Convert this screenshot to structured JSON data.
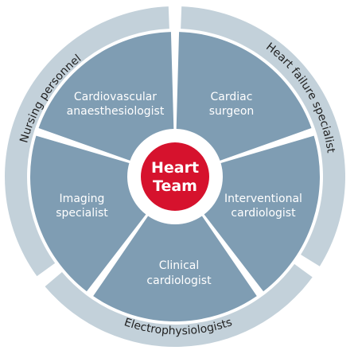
{
  "center": {
    "line1": "Heart",
    "line2": "Team"
  },
  "segments": [
    {
      "line1": "Cardiovascular",
      "line2": "anaesthesiologist"
    },
    {
      "line1": "Cardiac",
      "line2": "surgeon"
    },
    {
      "line1": "Interventional",
      "line2": "cardiologist"
    },
    {
      "line1": "Clinical",
      "line2": "cardiologist"
    },
    {
      "line1": "Imaging",
      "line2": "specialist"
    }
  ],
  "ring": {
    "nursing": "Nursing personnel",
    "heart_failure": "Heart failure specialist",
    "electrophysiologists": "Electrophysiologists"
  },
  "colors": {
    "segment": "#7f9db3",
    "ring": "#c3d1da",
    "center": "#d6122d",
    "divider": "#ffffff"
  }
}
